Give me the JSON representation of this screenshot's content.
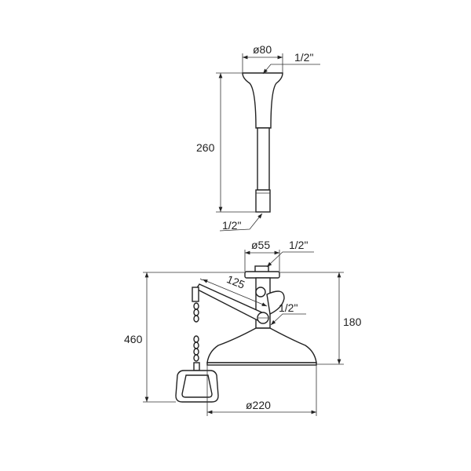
{
  "labels": {
    "arm_dia": "ø80",
    "arm_thread_top": "1/2\"",
    "arm_length": "260",
    "arm_thread_bottom": "1/2\"",
    "plate_dia": "ø55",
    "plate_thread": "1/2\"",
    "lever_length": "125",
    "shower_thread": "1/2\"",
    "total_height": "460",
    "head_height": "180",
    "head_dia": "ø220"
  }
}
